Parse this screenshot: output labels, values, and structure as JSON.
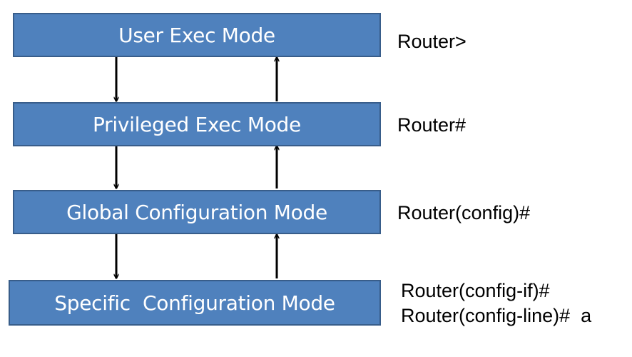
{
  "modes": [
    {
      "label": "User Exec Mode",
      "prompt": "Router>"
    },
    {
      "label": "Privileged Exec Mode",
      "prompt": "Router#"
    },
    {
      "label": "Global Configuration Mode",
      "prompt": "Router(config)#"
    },
    {
      "label": "Specific  Configuration Mode",
      "prompts": [
        "Router(config-if)#",
        "Router(config-line)#  a"
      ]
    }
  ],
  "colors": {
    "box_fill": "#4f81bd",
    "box_border": "#385d8a",
    "box_text": "#ffffff",
    "arrow": "#000000"
  }
}
